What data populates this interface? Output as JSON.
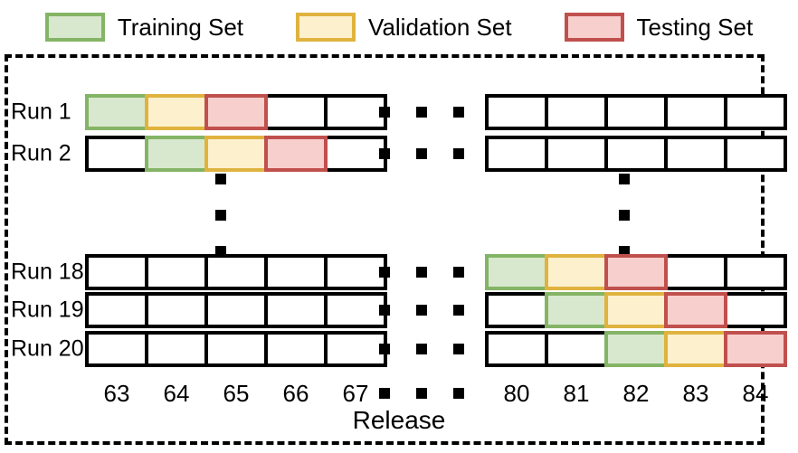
{
  "legend": {
    "items": [
      {
        "label": "Training Set",
        "fill": "#d8e8ce",
        "stroke": "#84b465",
        "key": "train"
      },
      {
        "label": "Validation Set",
        "fill": "#fdf0cd",
        "stroke": "#dfb33e",
        "key": "valid"
      },
      {
        "label": "Testing Set",
        "fill": "#f7cfcd",
        "stroke": "#c0504d",
        "key": "test"
      }
    ]
  },
  "diagram": {
    "type": "rolling-window-split",
    "axis_title": "Release",
    "left_releases": [
      "63",
      "64",
      "65",
      "66",
      "67"
    ],
    "right_releases": [
      "80",
      "81",
      "82",
      "83",
      "84"
    ],
    "ellipsis_glyph": "square-dot",
    "rows": [
      {
        "label": "Run 1",
        "left": [
          "train",
          "valid",
          "test",
          "empty",
          "empty"
        ],
        "right": [
          "empty",
          "empty",
          "empty",
          "empty",
          "empty"
        ]
      },
      {
        "label": "Run 2",
        "left": [
          "empty",
          "train",
          "valid",
          "test",
          "empty"
        ],
        "right": [
          "empty",
          "empty",
          "empty",
          "empty",
          "empty"
        ]
      },
      {
        "label": "Run 18",
        "left": [
          "empty",
          "empty",
          "empty",
          "empty",
          "empty"
        ],
        "right": [
          "train",
          "valid",
          "test",
          "empty",
          "empty"
        ]
      },
      {
        "label": "Run 19",
        "left": [
          "empty",
          "empty",
          "empty",
          "empty",
          "empty"
        ],
        "right": [
          "empty",
          "train",
          "valid",
          "test",
          "empty"
        ]
      },
      {
        "label": "Run 20",
        "left": [
          "empty",
          "empty",
          "empty",
          "empty",
          "empty"
        ],
        "right": [
          "empty",
          "empty",
          "train",
          "valid",
          "test"
        ]
      }
    ]
  }
}
